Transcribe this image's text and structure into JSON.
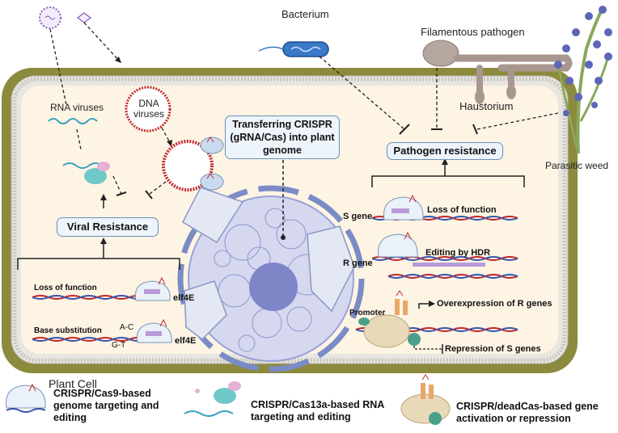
{
  "title": "CRISPR-based strategies for plant disease resistance",
  "pathogens": {
    "bacterium": "Bacterium",
    "filamentous_pathogen": "Filamentous pathogen",
    "haustorium": "Haustorium",
    "parasitic_weed": "Parasitic weed",
    "rna_viruses": "RNA viruses",
    "dna_viruses": "DNA viruses"
  },
  "cell_label": "Plant Cell",
  "center_box": "Transferring CRISPR (gRNA/Cas) into plant genome",
  "viral": {
    "title": "Viral Resistance",
    "rows": [
      {
        "label": "Loss of function",
        "gene": "elf4E"
      },
      {
        "label": "Base substitution",
        "gene": "elf4E",
        "subs": [
          "A-C",
          "G-T"
        ]
      }
    ]
  },
  "pathogen": {
    "title": "Pathogen resistance",
    "rows": [
      {
        "gene": "S gene",
        "label": "Loss of function"
      },
      {
        "gene": "R gene",
        "label": "Editing by HDR"
      },
      {
        "gene": "Promoter",
        "label": "Overexpression of R genes"
      },
      {
        "gene": "",
        "label": "Repression of S genes"
      }
    ]
  },
  "legend": [
    {
      "label": "CRISPR/Cas9-based genome targeting and editing"
    },
    {
      "label": "CRISPR/Cas13a-based RNA targeting and editing"
    },
    {
      "label": "CRISPR/deadCas-based gene activation or repression"
    }
  ],
  "colors": {
    "cell_wall": "#8c8a3c",
    "cytoplasm": "#fdf4e4",
    "nucleus": "#c9cdee",
    "box_border": "#6b8fb8",
    "box_fill": "#eef4fb",
    "dna_red": "#c0282a",
    "dna_blue": "#3a54a8",
    "virus_purple": "#8a5bb8"
  }
}
